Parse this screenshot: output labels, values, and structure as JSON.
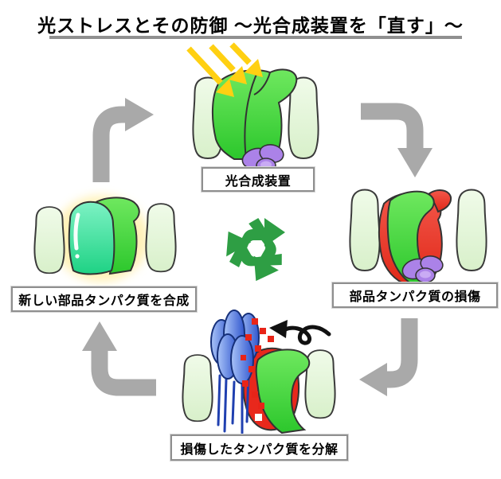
{
  "title": "光ストレスとその防御 〜光合成装置を「直す」〜",
  "stages": {
    "top": {
      "label": "光合成装置"
    },
    "right": {
      "label": "部品タンパク質の損傷"
    },
    "bottom": {
      "label": "損傷したタンパク質を分解"
    },
    "left": {
      "label": "新しい部品タンパク質を合成"
    }
  },
  "icons": {
    "center": "recycle-icon",
    "top_overlay": "light-rays-icon",
    "bottom_overlay": "removal-curl-arrow-icon",
    "cycle_arrows": [
      "cycle-arrow-top-left",
      "cycle-arrow-top-right",
      "cycle-arrow-bottom-right",
      "cycle-arrow-bottom-left"
    ]
  },
  "colors": {
    "recycle-green": "#2e9e44",
    "arrow-gray": "#a9a9a9",
    "light-ray-yellow": "#ffd012",
    "pillow-green-light": "#e4f6da",
    "protein-green": "#3ecf3e",
    "damaged-red": "#e8281c",
    "protease-blue": "#4a74e0",
    "chaperone-purple": "#ab82e8",
    "new-protein-teal": "#2ed892",
    "glow-yellow": "#fff0b0",
    "label-border": "#8f8f8f",
    "title-underline": "#909090",
    "sketch-arrow-black": "#111111"
  }
}
